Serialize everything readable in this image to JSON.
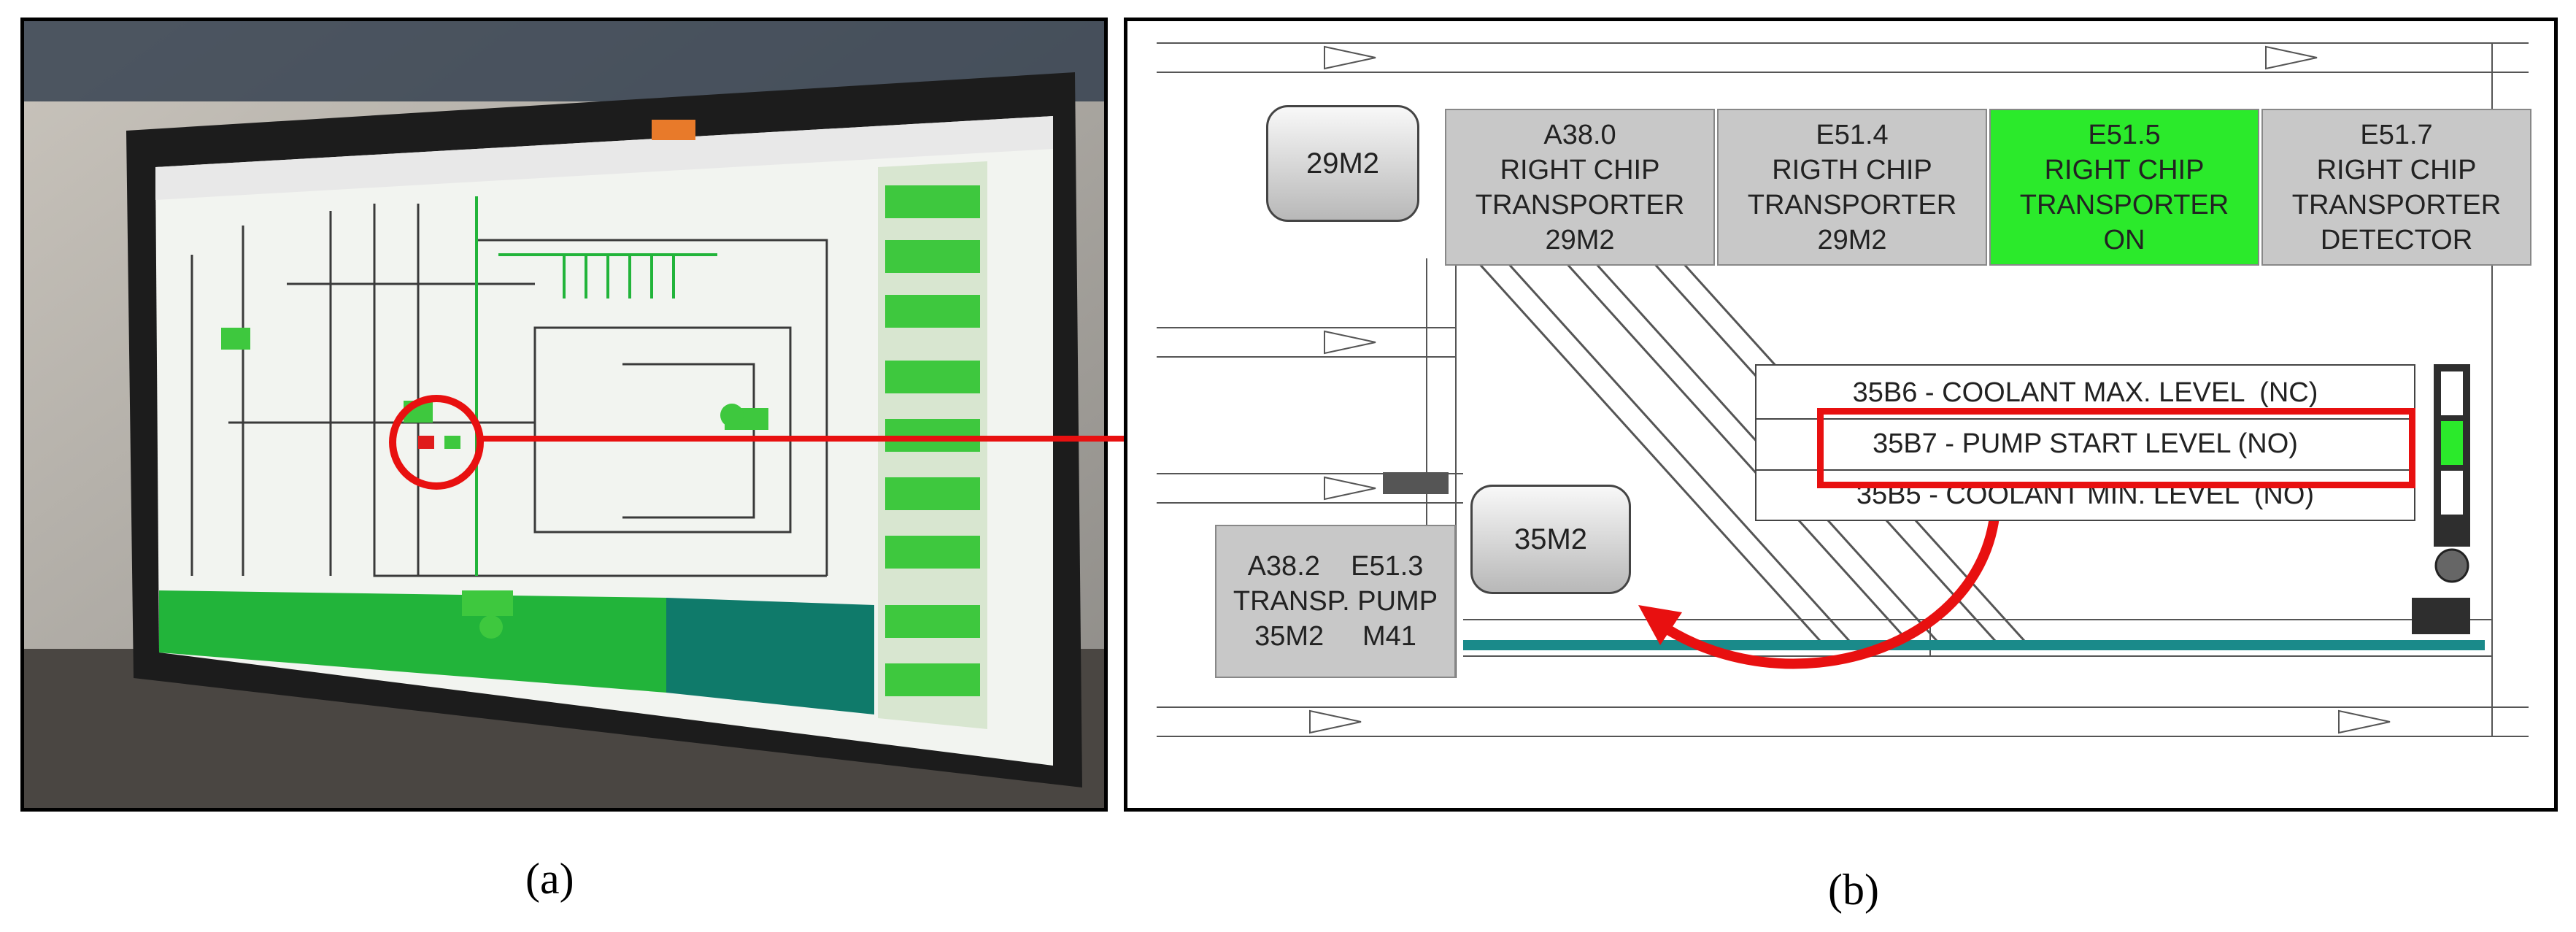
{
  "captions": {
    "a": "(a)",
    "b": "(b)"
  },
  "panel_b": {
    "motor_top": "29M2",
    "motor_pump": "35M2",
    "buttons": [
      {
        "lines": [
          "A38.0",
          "RIGHT CHIP",
          "TRANSPORTER",
          "29M2"
        ],
        "active": false
      },
      {
        "lines": [
          "E51.4",
          "RIGTH CHIP",
          "TRANSPORTER",
          "29M2"
        ],
        "active": false
      },
      {
        "lines": [
          "E51.5",
          "RIGHT CHIP",
          "TRANSPORTER",
          "ON"
        ],
        "active": true
      },
      {
        "lines": [
          "E51.7",
          "RIGHT CHIP",
          "TRANSPORTER",
          "DETECTOR"
        ],
        "active": false
      }
    ],
    "pump_button": {
      "lines": [
        "A38.2    E51.3",
        "TRANSP. PUMP",
        "35M2     M41"
      ]
    },
    "levels": [
      "35B6 - COOLANT MAX. LEVEL  (NC)",
      "35B7 - PUMP START LEVEL (NO)",
      "35B5 - COOLANT MIN. LEVEL  (NO)"
    ],
    "colors": {
      "active": "#2bea2b",
      "highlight": "#e81010",
      "button": "#c8c8c8"
    }
  }
}
